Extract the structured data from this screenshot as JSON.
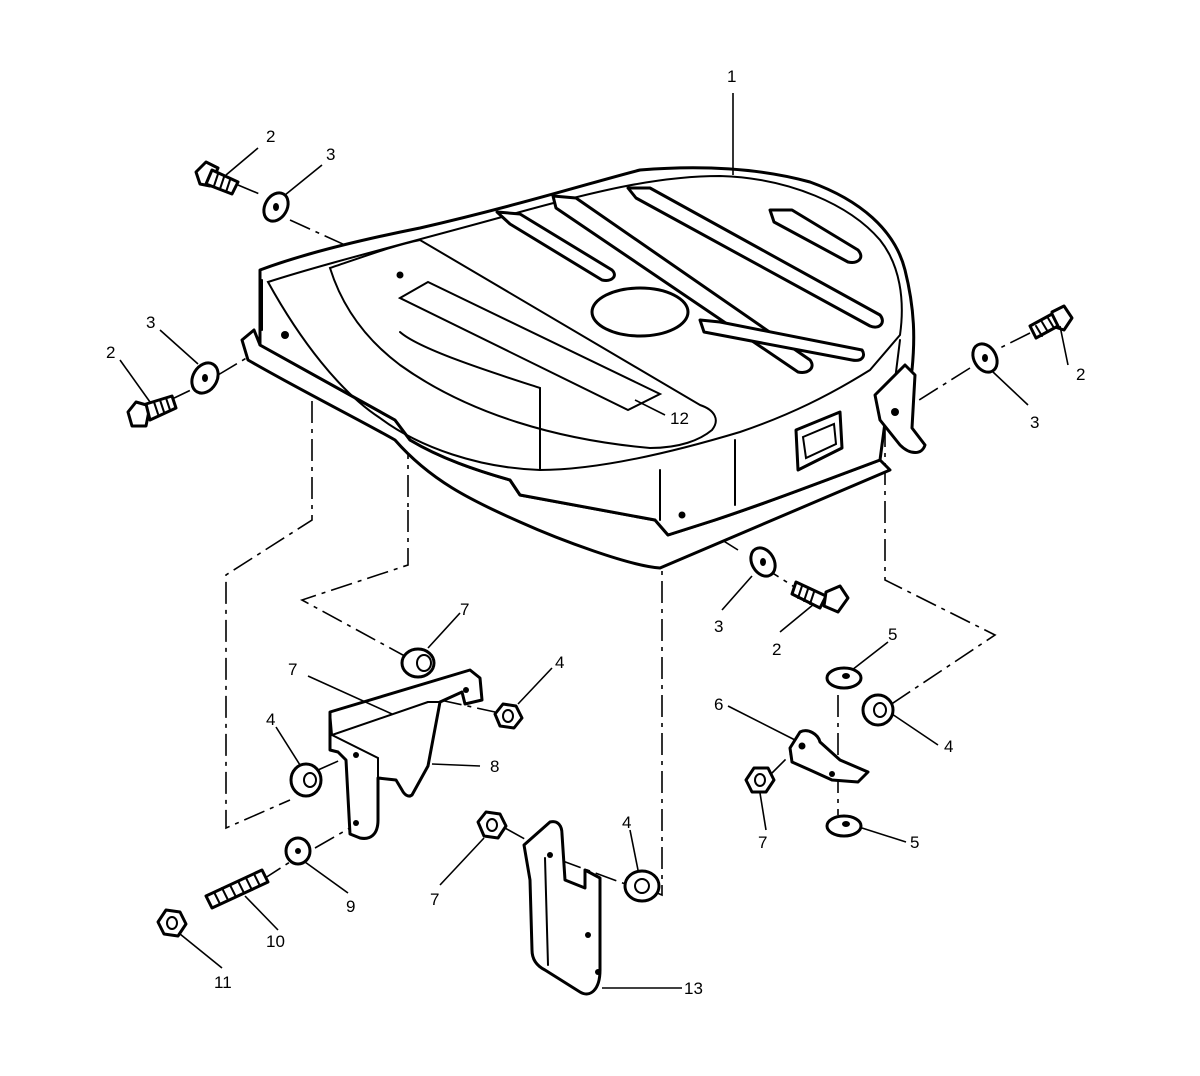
{
  "callouts": [
    {
      "id": "c1",
      "text": "1"
    },
    {
      "id": "c2a",
      "text": "2"
    },
    {
      "id": "c3a",
      "text": "3"
    },
    {
      "id": "c3b",
      "text": "3"
    },
    {
      "id": "c2b",
      "text": "2"
    },
    {
      "id": "c2c",
      "text": "2"
    },
    {
      "id": "c3c",
      "text": "3"
    },
    {
      "id": "c12",
      "text": "12"
    },
    {
      "id": "c3d",
      "text": "3"
    },
    {
      "id": "c2d",
      "text": "2"
    },
    {
      "id": "c7a",
      "text": "7"
    },
    {
      "id": "c7b",
      "text": "7"
    },
    {
      "id": "c4a",
      "text": "4"
    },
    {
      "id": "c4b",
      "text": "4"
    },
    {
      "id": "c8",
      "text": "8"
    },
    {
      "id": "c9",
      "text": "9"
    },
    {
      "id": "c10",
      "text": "10"
    },
    {
      "id": "c11",
      "text": "11"
    },
    {
      "id": "c7c",
      "text": "7"
    },
    {
      "id": "c4c",
      "text": "4"
    },
    {
      "id": "c13",
      "text": "13"
    },
    {
      "id": "c5a",
      "text": "5"
    },
    {
      "id": "c6",
      "text": "6"
    },
    {
      "id": "c4d",
      "text": "4"
    },
    {
      "id": "c7d",
      "text": "7"
    },
    {
      "id": "c5b",
      "text": "5"
    }
  ]
}
